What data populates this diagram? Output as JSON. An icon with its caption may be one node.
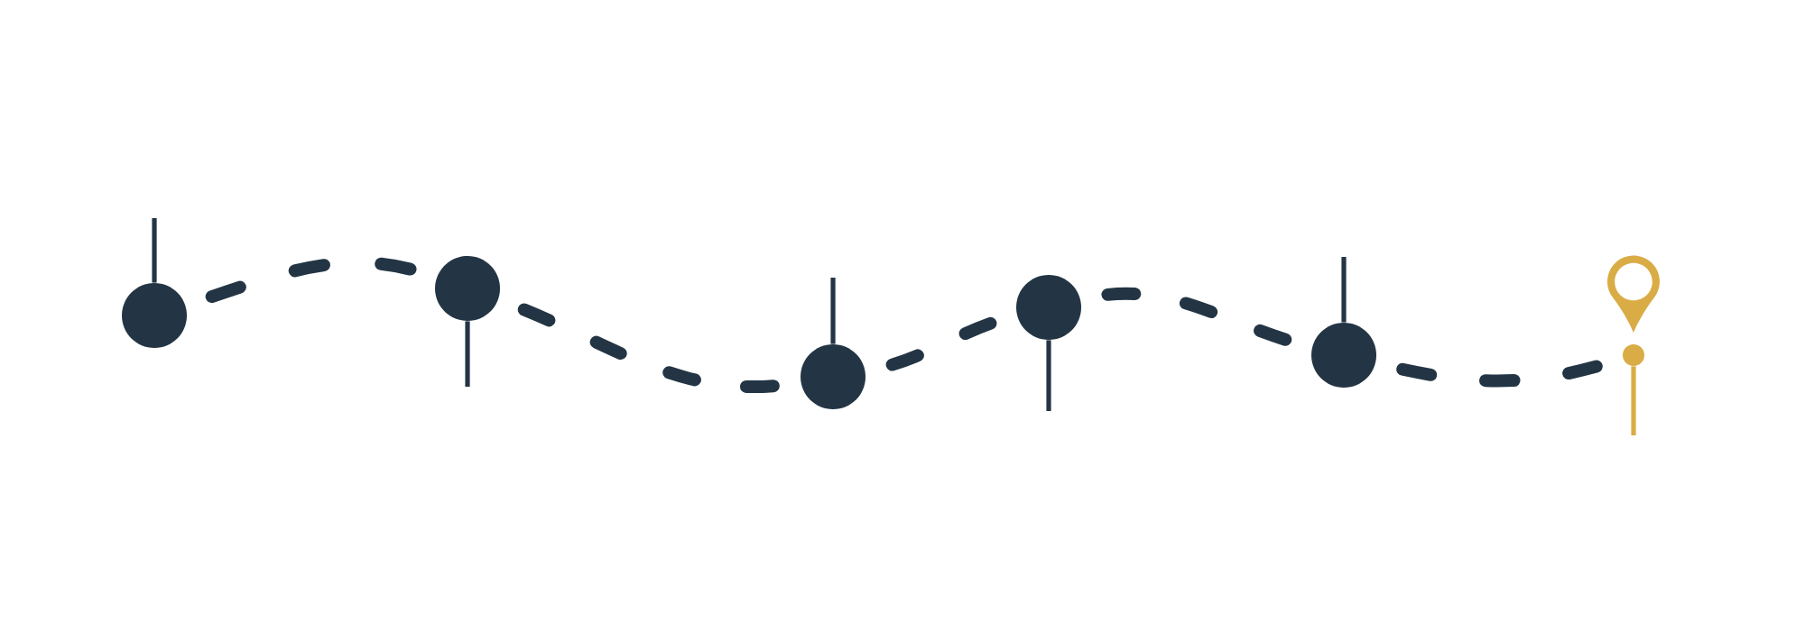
{
  "diagram": {
    "nodes": [
      {
        "text": [],
        "shape": "circle"
      },
      {
        "text": [],
        "shape": "circle"
      },
      {
        "text": [],
        "shape": "circle"
      },
      {
        "text": [],
        "shape": "circle"
      },
      {
        "text": [],
        "shape": "circle"
      },
      {
        "text": [],
        "shape": "circle"
      }
    ],
    "edges": [
      {
        "from": 0,
        "to": 1,
        "arrow": "none",
        "style": "dashed"
      },
      {
        "from": 1,
        "to": 2,
        "arrow": "none",
        "style": "dashed"
      },
      {
        "from": 2,
        "to": 3,
        "arrow": "none",
        "style": "dashed"
      },
      {
        "from": 3,
        "to": 4,
        "arrow": "none",
        "style": "dashed"
      },
      {
        "from": 4,
        "to": 5,
        "arrow": "none",
        "style": "dashed"
      }
    ]
  }
}
